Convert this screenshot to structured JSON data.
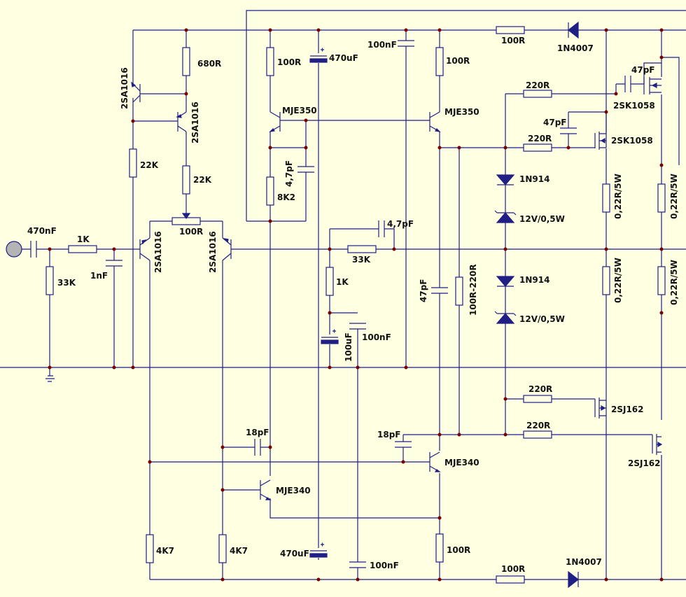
{
  "colors": {
    "background": "#ffffe1",
    "wire": "#1f1f86",
    "junction": "#7a0000",
    "text": "#111111",
    "input_jack": "#b4b4b4"
  },
  "labels": {
    "c_in": "470nF",
    "r_in": "1K",
    "r_bias": "33K",
    "c_rf": "1nF",
    "q1": "2SA1016",
    "q2": "2SA1016",
    "r680": "680R",
    "r22k_a": "22K",
    "r22k_b": "22K",
    "q_diff_l": "2SA1016",
    "q_diff_r": "2SA1016",
    "pot": "100R",
    "r100_tl": "100R",
    "mje350_l": "MJE350",
    "c47p_vas": "4,7pF",
    "r8k2": "8K2",
    "c470_top": "470uF",
    "c100n_top": "100nF",
    "r100_tr": "100R",
    "mje350_r": "MJE350",
    "r100_rail_top": "100R",
    "d_top": "1N4007",
    "c47_top": "47pF",
    "r220_1": "220R",
    "c47_2": "47pF",
    "r220_2": "220R",
    "q_n1": "2SK1058",
    "q_n2": "2SK1058",
    "d1": "1N914",
    "z1": "12V/0,5W",
    "d2": "1N914",
    "z2": "12V/0,5W",
    "r_e1": "0,22R/5W",
    "r_e2": "0,22R/5W",
    "r_e3": "0,22R/5W",
    "r_e4": "0,22R/5W",
    "c47_fb": "4,7pF",
    "r33k_fb": "33K",
    "r1k_fb": "1K",
    "c100u": "100uF",
    "c100n_fb": "100nF",
    "c47pf_mid": "47pF",
    "r_bias_var": "100R-220R",
    "r220_3": "220R",
    "r220_4": "220R",
    "q_p1": "2SJ162",
    "q_p2": "2SJ162",
    "c18_l": "18pF",
    "c18_r": "18pF",
    "mje340_l": "MJE340",
    "mje340_r": "MJE340",
    "r4k7_l": "4K7",
    "r4k7_r": "4K7",
    "c470_bot": "470uF",
    "c100n_bot": "100nF",
    "r100_br": "100R",
    "r100_rail_bot": "100R",
    "d_bot": "1N4007"
  }
}
